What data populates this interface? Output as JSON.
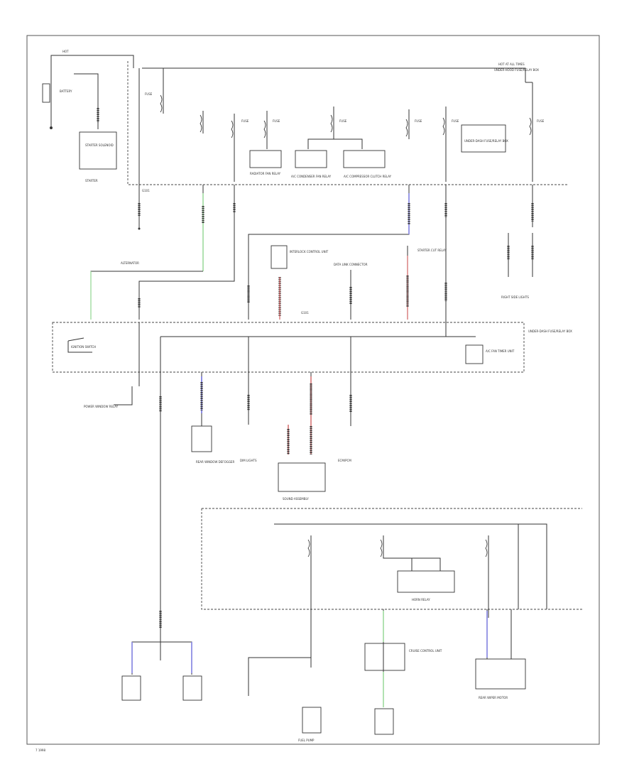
{
  "labels": {
    "hot": "HOT",
    "battery": "BATTERY",
    "starter_title": "STARTER",
    "starter_box": "STARTER SOLENOID",
    "hot_at_all_times": "HOT AT ALL TIMES",
    "under_hood_block": "UNDER-HOOD FUSE/RELAY BOX",
    "alternator": "ALTERNATOR",
    "fuse": "FUSE",
    "radiator_fan_relay": "RADIATOR FAN RELAY",
    "ac_condenser_fan_relay": "A/C CONDENSER FAN RELAY",
    "ac_compressor_clutch_relay": "A/C COMPRESSOR CLUTCH RELAY",
    "underhash_relay": "UNDER-DASH FUSE/RELAY BOX",
    "ignition_switch": "IGNITION SWITCH",
    "interlock_box": "INTERLOCK CONTROL UNIT",
    "right_side_lights": "RIGHT SIDE LIGHTS",
    "main_panel": "UNDER-DASH FUSE/RELAY BOX",
    "ac_fan_timer": "A/C FAN TIMER UNIT",
    "c_lamp": "DATA LINK CONNECTOR",
    "starter_cut_relay": "STARTER CUT RELAY",
    "power_window_relay": "POWER WINDOW RELAY",
    "rear_window_defogger": "REAR WINDOW DEFOGGER",
    "sound_assembly": "SOUND ASSEMBLY",
    "dim_lights": "DIM LIGHTS",
    "ecm_pcm": "ECM/PCM",
    "horn_relay": "HORN RELAY",
    "fuel_pump": "FUEL PUMP",
    "cruise_control_unit": "CRUISE CONTROL UNIT",
    "rear_wiper": "REAR WIPER MOTOR",
    "gnd": "G101",
    "sheet_no": "7 1998"
  }
}
